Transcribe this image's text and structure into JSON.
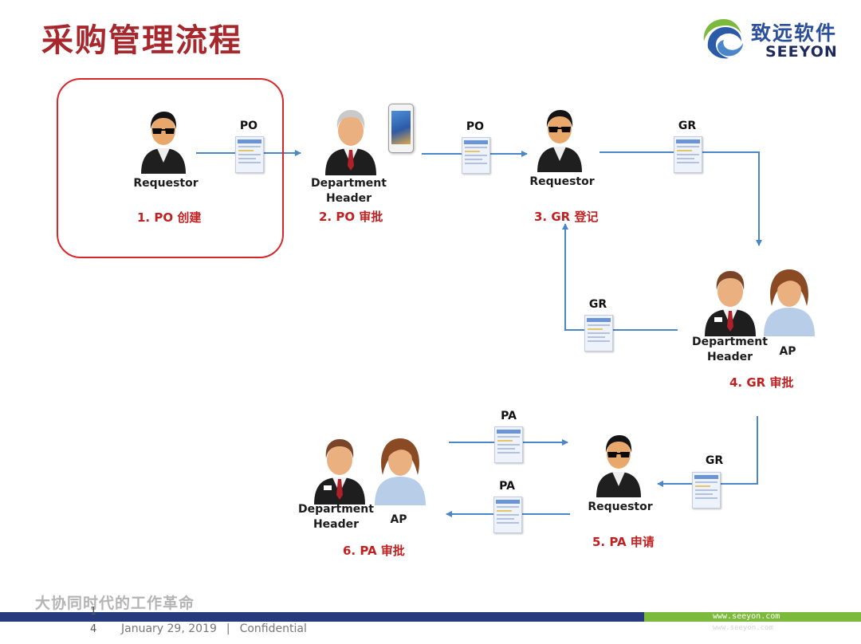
{
  "title": "采购管理流程",
  "logo": {
    "cn": "致远软件",
    "en": "SEEYON"
  },
  "people": [
    {
      "id": "p1",
      "name": "Requestor",
      "kind": "requestor"
    },
    {
      "id": "p2",
      "name": "Department Header",
      "kind": "manager"
    },
    {
      "id": "p3",
      "name": "Requestor",
      "kind": "requestor"
    },
    {
      "id": "p4a",
      "name": "Department Header",
      "kind": "manager"
    },
    {
      "id": "p4b",
      "name": "AP",
      "kind": "woman"
    },
    {
      "id": "p5",
      "name": "Requestor",
      "kind": "requestor"
    },
    {
      "id": "p6a",
      "name": "Department Header",
      "kind": "manager"
    },
    {
      "id": "p6b",
      "name": "AP",
      "kind": "woman"
    }
  ],
  "steps": [
    "1. PO 创建",
    "2. PO 审批",
    "3. GR 登记",
    "4. GR 审批",
    "5. PA 申请",
    "6. PA 审批"
  ],
  "documents": [
    {
      "id": "d1",
      "label": "PO"
    },
    {
      "id": "d2",
      "label": "PO"
    },
    {
      "id": "d3",
      "label": "GR"
    },
    {
      "id": "d4",
      "label": "GR"
    },
    {
      "id": "d5",
      "label": "GR"
    },
    {
      "id": "d6",
      "label": "PA"
    },
    {
      "id": "d7",
      "label": "PA"
    }
  ],
  "colors": {
    "title": "#a6272c",
    "step": "#c22020",
    "arrow": "#4a86c8",
    "highlight": "#d8262b",
    "band": "#263a7c",
    "band_accent": "#7cba3d"
  },
  "footer": {
    "slogan": "大协同时代的工作革命",
    "page_number": [
      "1",
      "4"
    ],
    "date": "January 29, 2019",
    "separator": "|",
    "confidential": "Confidential",
    "url": "www.seeyon.com"
  }
}
